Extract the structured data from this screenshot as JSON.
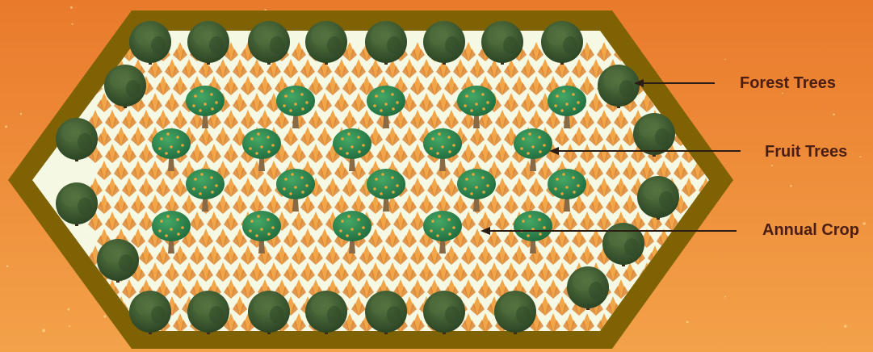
{
  "colors": {
    "background_top": "#e97a2c",
    "background_bottom": "#f3a24a",
    "border": "#7f6203",
    "field": "#f5f9e4",
    "crop": "#f2a64a",
    "crop_dark": "#d9802a",
    "forest_tree_dark": "#2f4a28",
    "forest_tree_light": "#4f6e3d",
    "fruit_tree_canopy": "#2d8a54",
    "fruit_tree_light": "#45a865",
    "fruit": "#e9a53a",
    "trunk": "#8a6a45",
    "label_text": "#4a1e12",
    "arrow": "#2b1d14"
  },
  "labels": {
    "forest_trees": "Forest Trees",
    "fruit_trees": "Fruit Trees",
    "annual_crop": "Annual Crop"
  },
  "icons": [
    "forest-tree-icon",
    "fruit-tree-icon",
    "crop-plant-icon"
  ]
}
